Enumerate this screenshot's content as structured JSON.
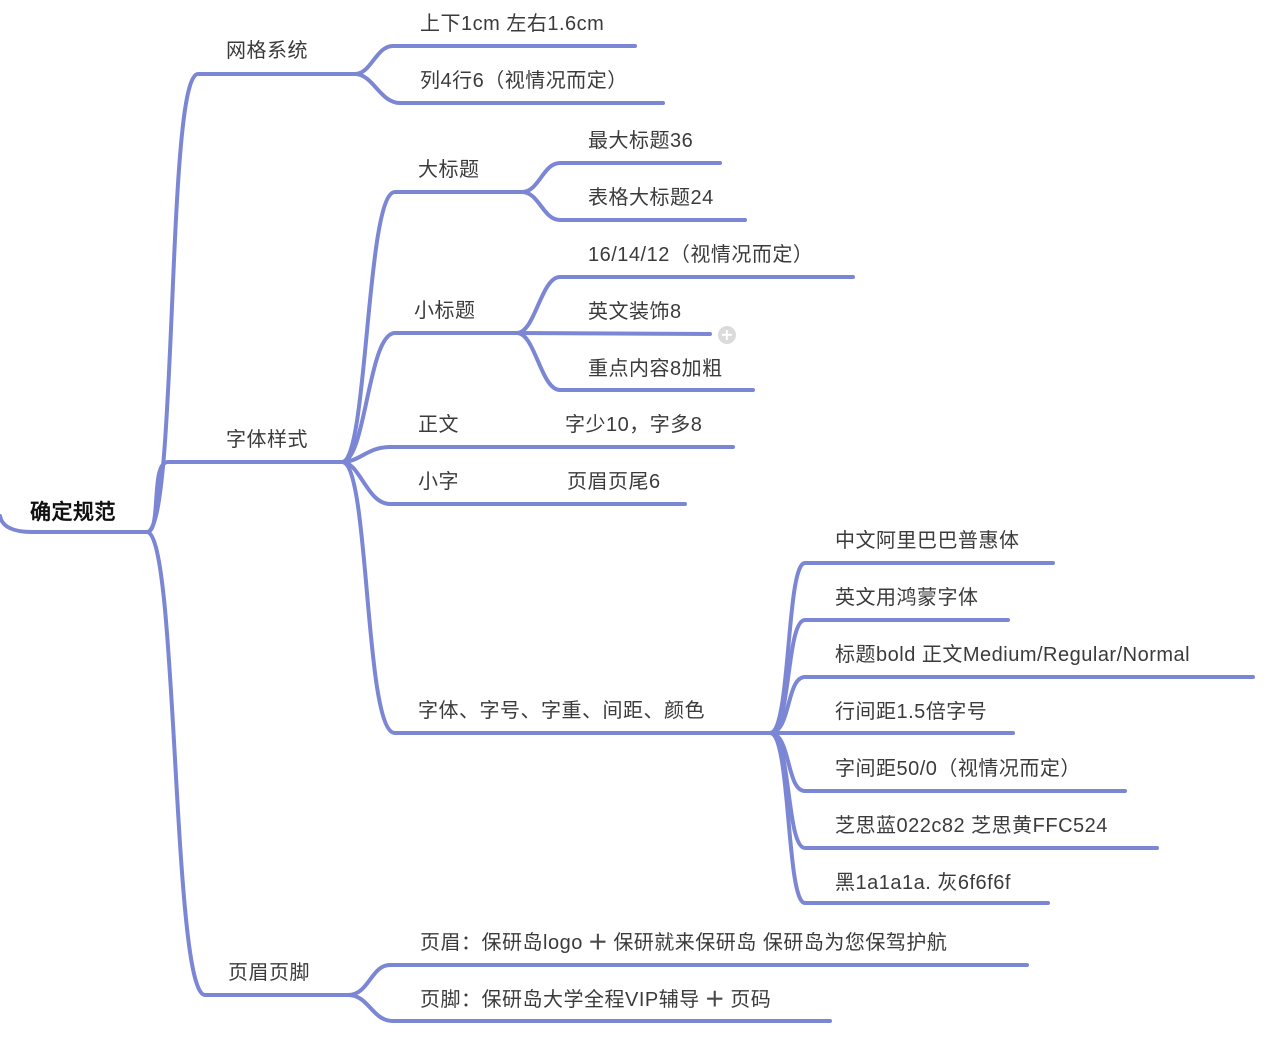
{
  "app": {
    "type": "mind-map-editor"
  },
  "colors": {
    "background": "#ffffff",
    "branch_line": "#7b86d4",
    "topic_text": "#3b3b3b",
    "root_text": "#111111",
    "add_button_bg": "#d9d9d9",
    "add_button_glyph": "#ffffff"
  },
  "icons": {
    "add_child": "plus-circle-icon"
  },
  "mindmap": {
    "root": {
      "label": "确定规范"
    },
    "branches": [
      {
        "label": "网格系统",
        "children": [
          {
            "label": "上下1cm 左右1.6cm"
          },
          {
            "label": "列4行6（视情况而定）"
          }
        ]
      },
      {
        "label": "字体样式",
        "children": [
          {
            "label": "大标题",
            "children": [
              {
                "label": "最大标题36"
              },
              {
                "label": "表格大标题24"
              }
            ]
          },
          {
            "label": "小标题",
            "children": [
              {
                "label": "16/14/12（视情况而定）"
              },
              {
                "label": "英文装饰8"
              },
              {
                "label": "重点内容8加粗"
              }
            ]
          },
          {
            "label": "正文",
            "children": [
              {
                "label": "字少10，字多8"
              }
            ]
          },
          {
            "label": "小字",
            "children": [
              {
                "label": "页眉页尾6"
              }
            ]
          },
          {
            "label": "字体、字号、字重、间距、颜色",
            "children": [
              {
                "label": "中文阿里巴巴普惠体"
              },
              {
                "label": "英文用鸿蒙字体"
              },
              {
                "label": "标题bold 正文Medium/Regular/Normal"
              },
              {
                "label": "行间距1.5倍字号"
              },
              {
                "label": "字间距50/0（视情况而定）"
              },
              {
                "label": "芝思蓝022c82 芝思黄FFC524"
              },
              {
                "label": "黑1a1a1a. 灰6f6f6f"
              }
            ]
          }
        ]
      },
      {
        "label": "页眉页脚",
        "children": [
          {
            "parts": [
              "页眉：保研岛logo",
              "＋",
              "保研就来保研岛 保研岛为您保驾护航"
            ]
          },
          {
            "parts": [
              "页脚：保研岛大学全程VIP辅导",
              "＋",
              "页码"
            ]
          }
        ]
      }
    ]
  }
}
